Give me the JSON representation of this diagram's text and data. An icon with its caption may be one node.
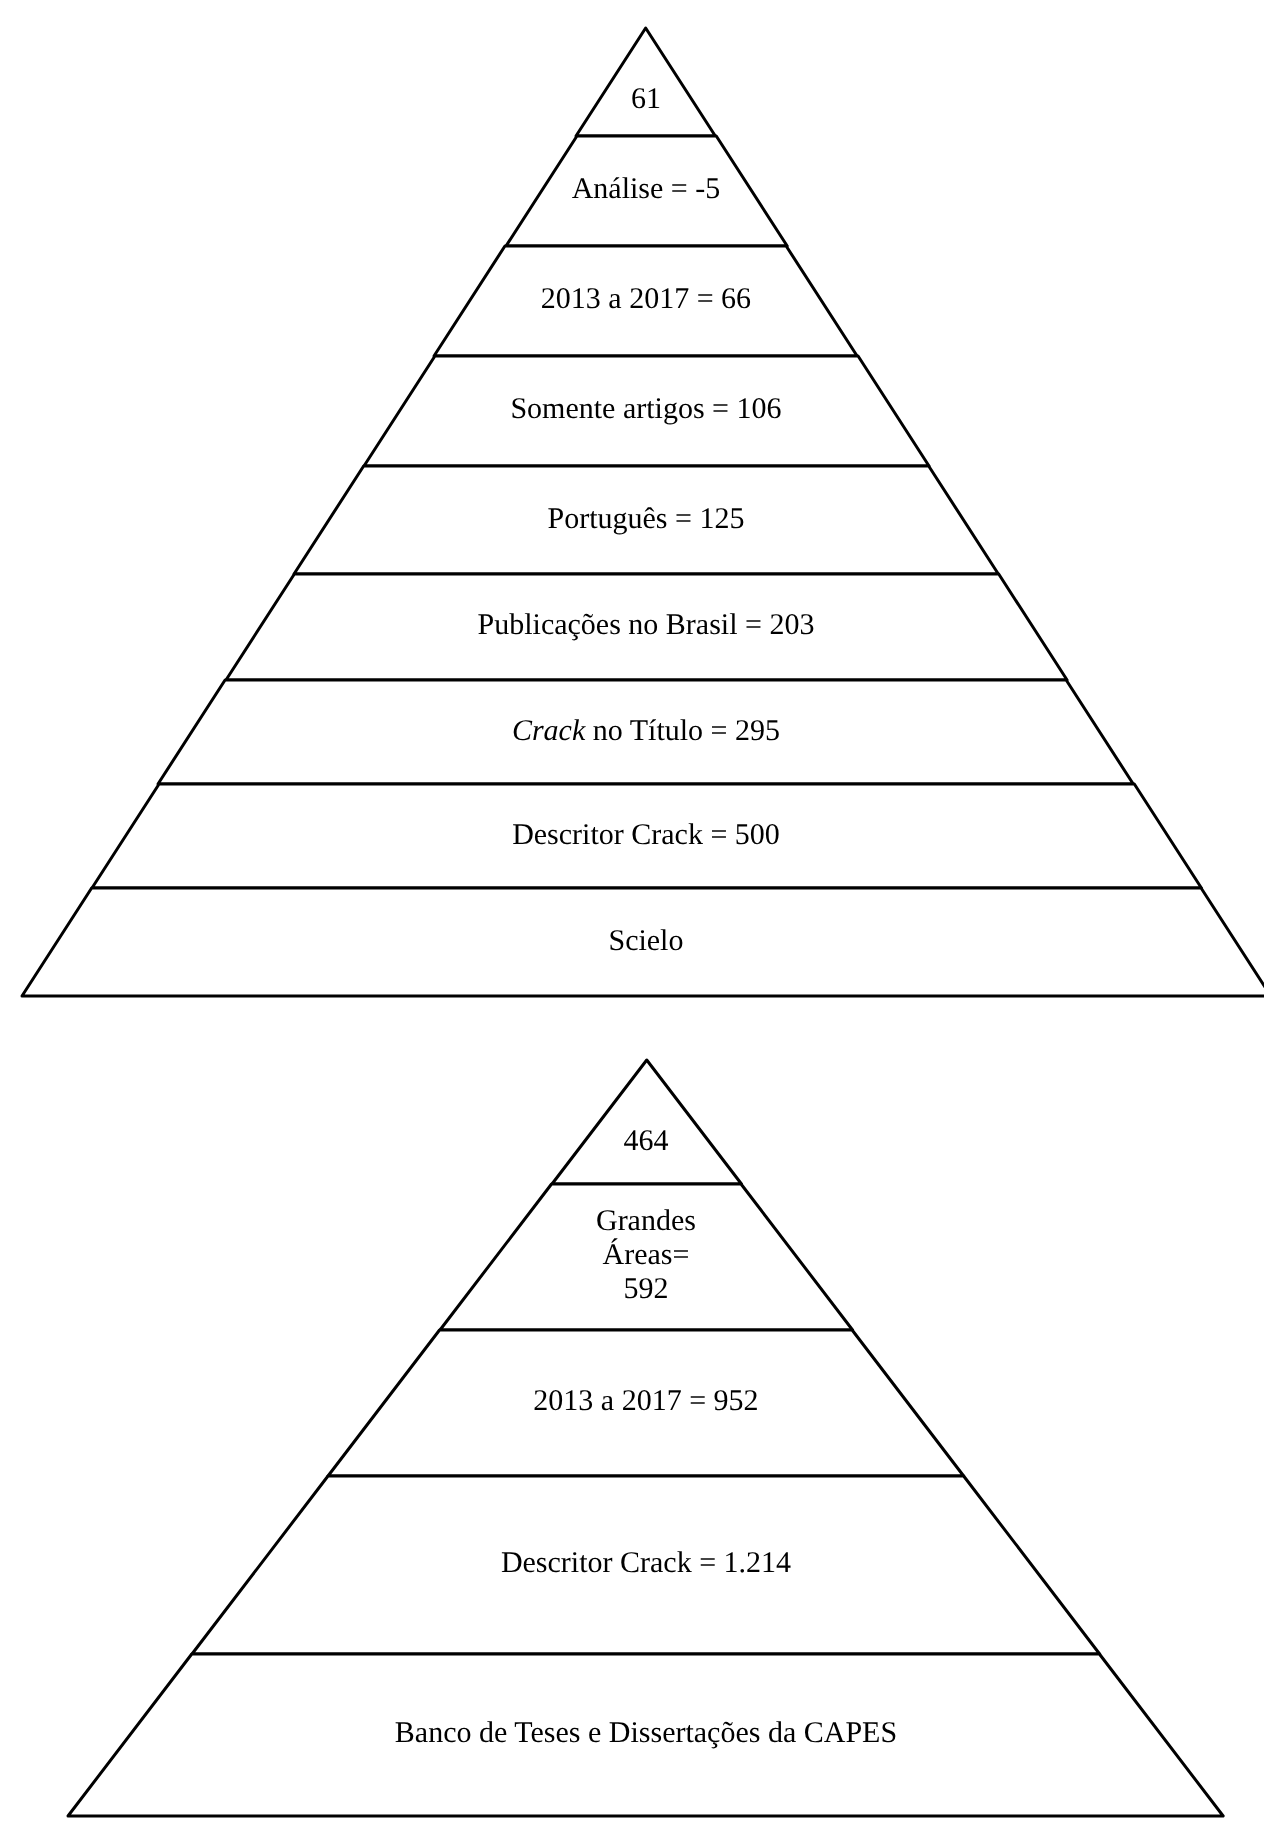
{
  "diagram": {
    "nodes": [
      {
        "text": [
          "61"
        ]
      },
      {
        "text": [
          "Análise = -5"
        ]
      },
      {
        "text": [
          "2013 a 2017 = 66"
        ]
      },
      {
        "text": [
          "Somente artigos = 106"
        ]
      },
      {
        "text": [
          "Português = 125"
        ]
      },
      {
        "text": [
          "Publicações no Brasil = 203"
        ]
      },
      {
        "text": [
          "*Crack* no Título = 295"
        ]
      },
      {
        "text": [
          "Descritor Crack = 500"
        ]
      },
      {
        "text": [
          "Scielo"
        ]
      },
      {
        "text": [
          "464"
        ]
      },
      {
        "text": [
          "Grandes Áreas= 592"
        ]
      },
      {
        "text": [
          "2013 a 2017 = 952"
        ]
      },
      {
        "text": [
          "Descritor Crack = 1.214"
        ]
      },
      {
        "text": [
          "Banco de Teses e Dissertações da CAPES"
        ]
      }
    ]
  }
}
